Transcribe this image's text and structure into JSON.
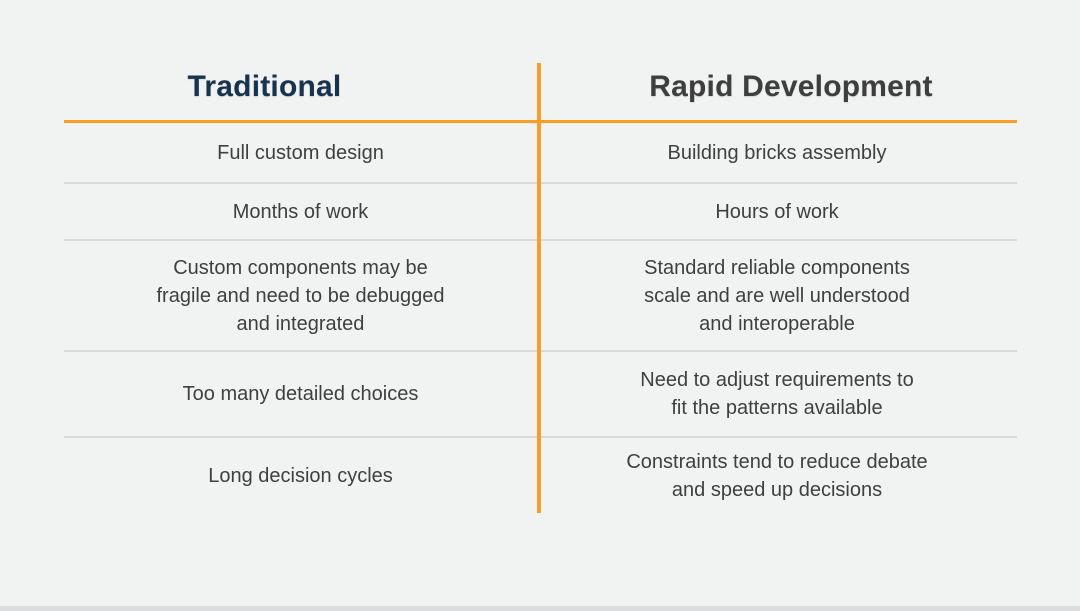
{
  "slide": {
    "background_color": "#F1F2F2",
    "accent_line_color": "#F99D24",
    "row_divider_color": "#D9DBDB",
    "bottom_strip_color": "#DBDCDD"
  },
  "table": {
    "columns": [
      {
        "label": "Traditional",
        "text_color": "#17334E"
      },
      {
        "label": "Rapid Development",
        "text_color": "#3E3E3E"
      }
    ],
    "rows": [
      {
        "left": "Full custom design",
        "right": "Building bricks assembly"
      },
      {
        "left": "Months of work",
        "right": "Hours of work"
      },
      {
        "left": "Custom components may be\nfragile and need to be debugged\nand integrated",
        "right": "Standard reliable components\nscale and are well understood\nand interoperable"
      },
      {
        "left": "Too many detailed choices",
        "right": "Need to adjust requirements to\nfit the patterns available"
      },
      {
        "left": "Long decision cycles",
        "right": "Constraints tend to reduce debate\nand speed up decisions"
      }
    ]
  }
}
